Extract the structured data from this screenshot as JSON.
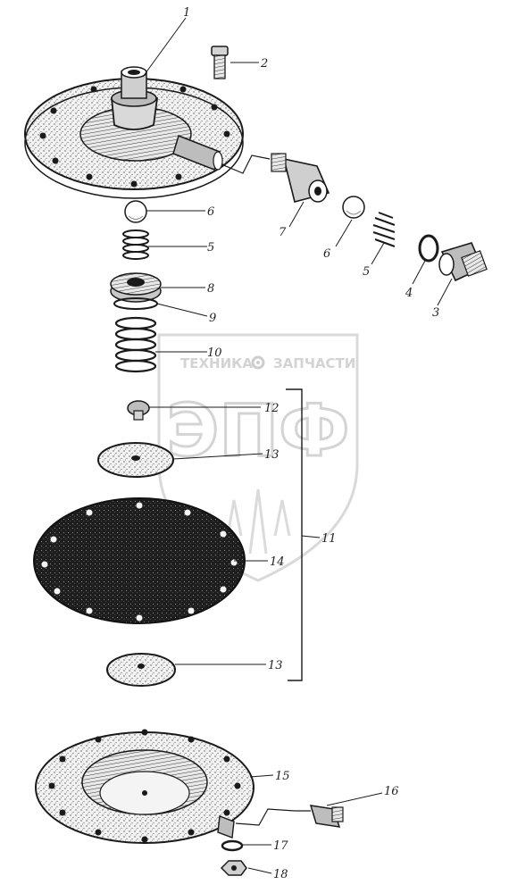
{
  "watermark": {
    "line1_left": "ТЕХНИКА",
    "line1_right": "ЗАПЧАСТИ",
    "big_letters": "ЭПФ",
    "color": "#cfcfcf",
    "icon": "gear-icon"
  },
  "callouts": {
    "c1": "1",
    "c2": "2",
    "c3": "3",
    "c4": "4",
    "c5a": "5",
    "c5b": "5",
    "c6a": "6",
    "c6b": "6",
    "c7": "7",
    "c8": "8",
    "c9": "9",
    "c10": "10",
    "c11": "11",
    "c12": "12",
    "c13a": "13",
    "c13b": "13",
    "c14": "14",
    "c15": "15",
    "c16": "16",
    "c17": "17",
    "c18": "18"
  },
  "colors": {
    "ink": "#1a1a1a",
    "paper": "#ffffff"
  }
}
